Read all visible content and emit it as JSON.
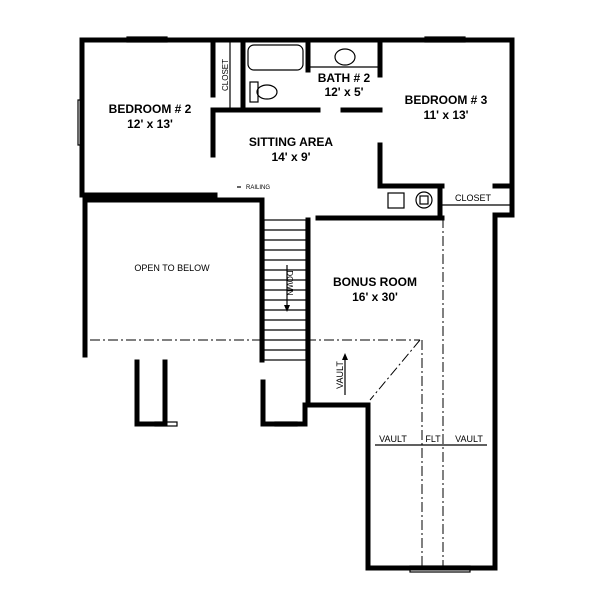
{
  "rooms": {
    "bedroom2": {
      "name": "BEDROOM # 2",
      "size": "12' x 13'"
    },
    "bath2": {
      "name": "BATH # 2",
      "size": "12' x 5'"
    },
    "bedroom3": {
      "name": "BEDROOM # 3",
      "size": "11' x 13'"
    },
    "sitting": {
      "name": "SITTING AREA",
      "size": "14' x 9'"
    },
    "bonus": {
      "name": "BONUS ROOM",
      "size": "16' x 30'"
    },
    "open": {
      "name": "OPEN TO BELOW"
    }
  },
  "labels": {
    "closet_left": "CLOSET",
    "closet_right": "CLOSET",
    "railing": "RAILING",
    "down": "DOWN",
    "vault_side": "VAULT",
    "vault_left": "VAULT",
    "flat": "FLT",
    "vault_right": "VAULT"
  }
}
